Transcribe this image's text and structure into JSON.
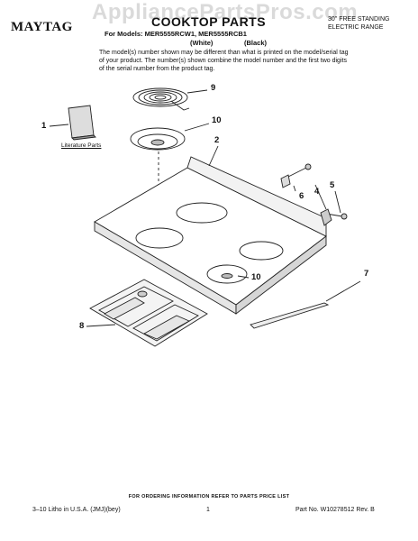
{
  "watermark": "AppliancePartsPros.com",
  "header": {
    "brand": "MAYTAG",
    "title": "COOKTOP PARTS",
    "models_line": "For Models: MER5555RCW1, MER5555RCB1",
    "color_white": "(White)",
    "color_black": "(Black)",
    "range_type_line1": "30\" FREE STANDING",
    "range_type_line2": "ELECTRIC RANGE",
    "note": "The model(s) number shown may be different than what is printed on the model/serial tag of your product. The number(s) shown combine the model number and the first two digits of the serial number from the product tag."
  },
  "diagram": {
    "literature_label": "Literature Parts",
    "callouts": [
      "1",
      "2",
      "4",
      "5",
      "6",
      "7",
      "8",
      "9",
      "10",
      "10"
    ]
  },
  "footer": {
    "ordering": "FOR ORDERING INFORMATION REFER TO PARTS PRICE LIST",
    "litho": "3–10 Litho in U.S.A. (JMJ)(bey)",
    "page": "1",
    "part_no": "Part No. W10278512 Rev. B"
  }
}
